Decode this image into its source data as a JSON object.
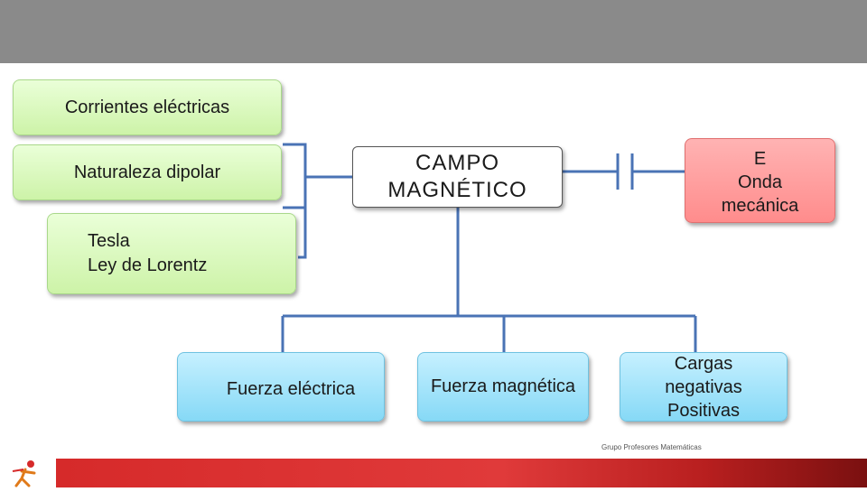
{
  "nodes": {
    "corrientes": "Corrientes eléctricas",
    "naturaleza": "Naturaleza dipolar",
    "tesla": [
      "Tesla",
      "Ley de Lorentz"
    ],
    "campo": [
      "CAMPO",
      "MAGNÉTICO"
    ],
    "e_onda": [
      "E",
      "Onda",
      "mecánica"
    ],
    "fuerza_electrica": "Fuerza eléctrica",
    "fuerza_magnetica": "Fuerza magnética",
    "cargas": [
      "Cargas",
      "negativas",
      "Positivas"
    ]
  },
  "footer": {
    "credit": "Grupo Profesores Matemáticas",
    "logo_icon": "runner-logo-icon"
  },
  "colors": {
    "green": "#cdf3a8",
    "blue": "#86d9f6",
    "pink": "#ff8c8c",
    "topbar": "#8a8a8a",
    "footer_red": "#d62a2a",
    "connector": "#4a73b5"
  }
}
